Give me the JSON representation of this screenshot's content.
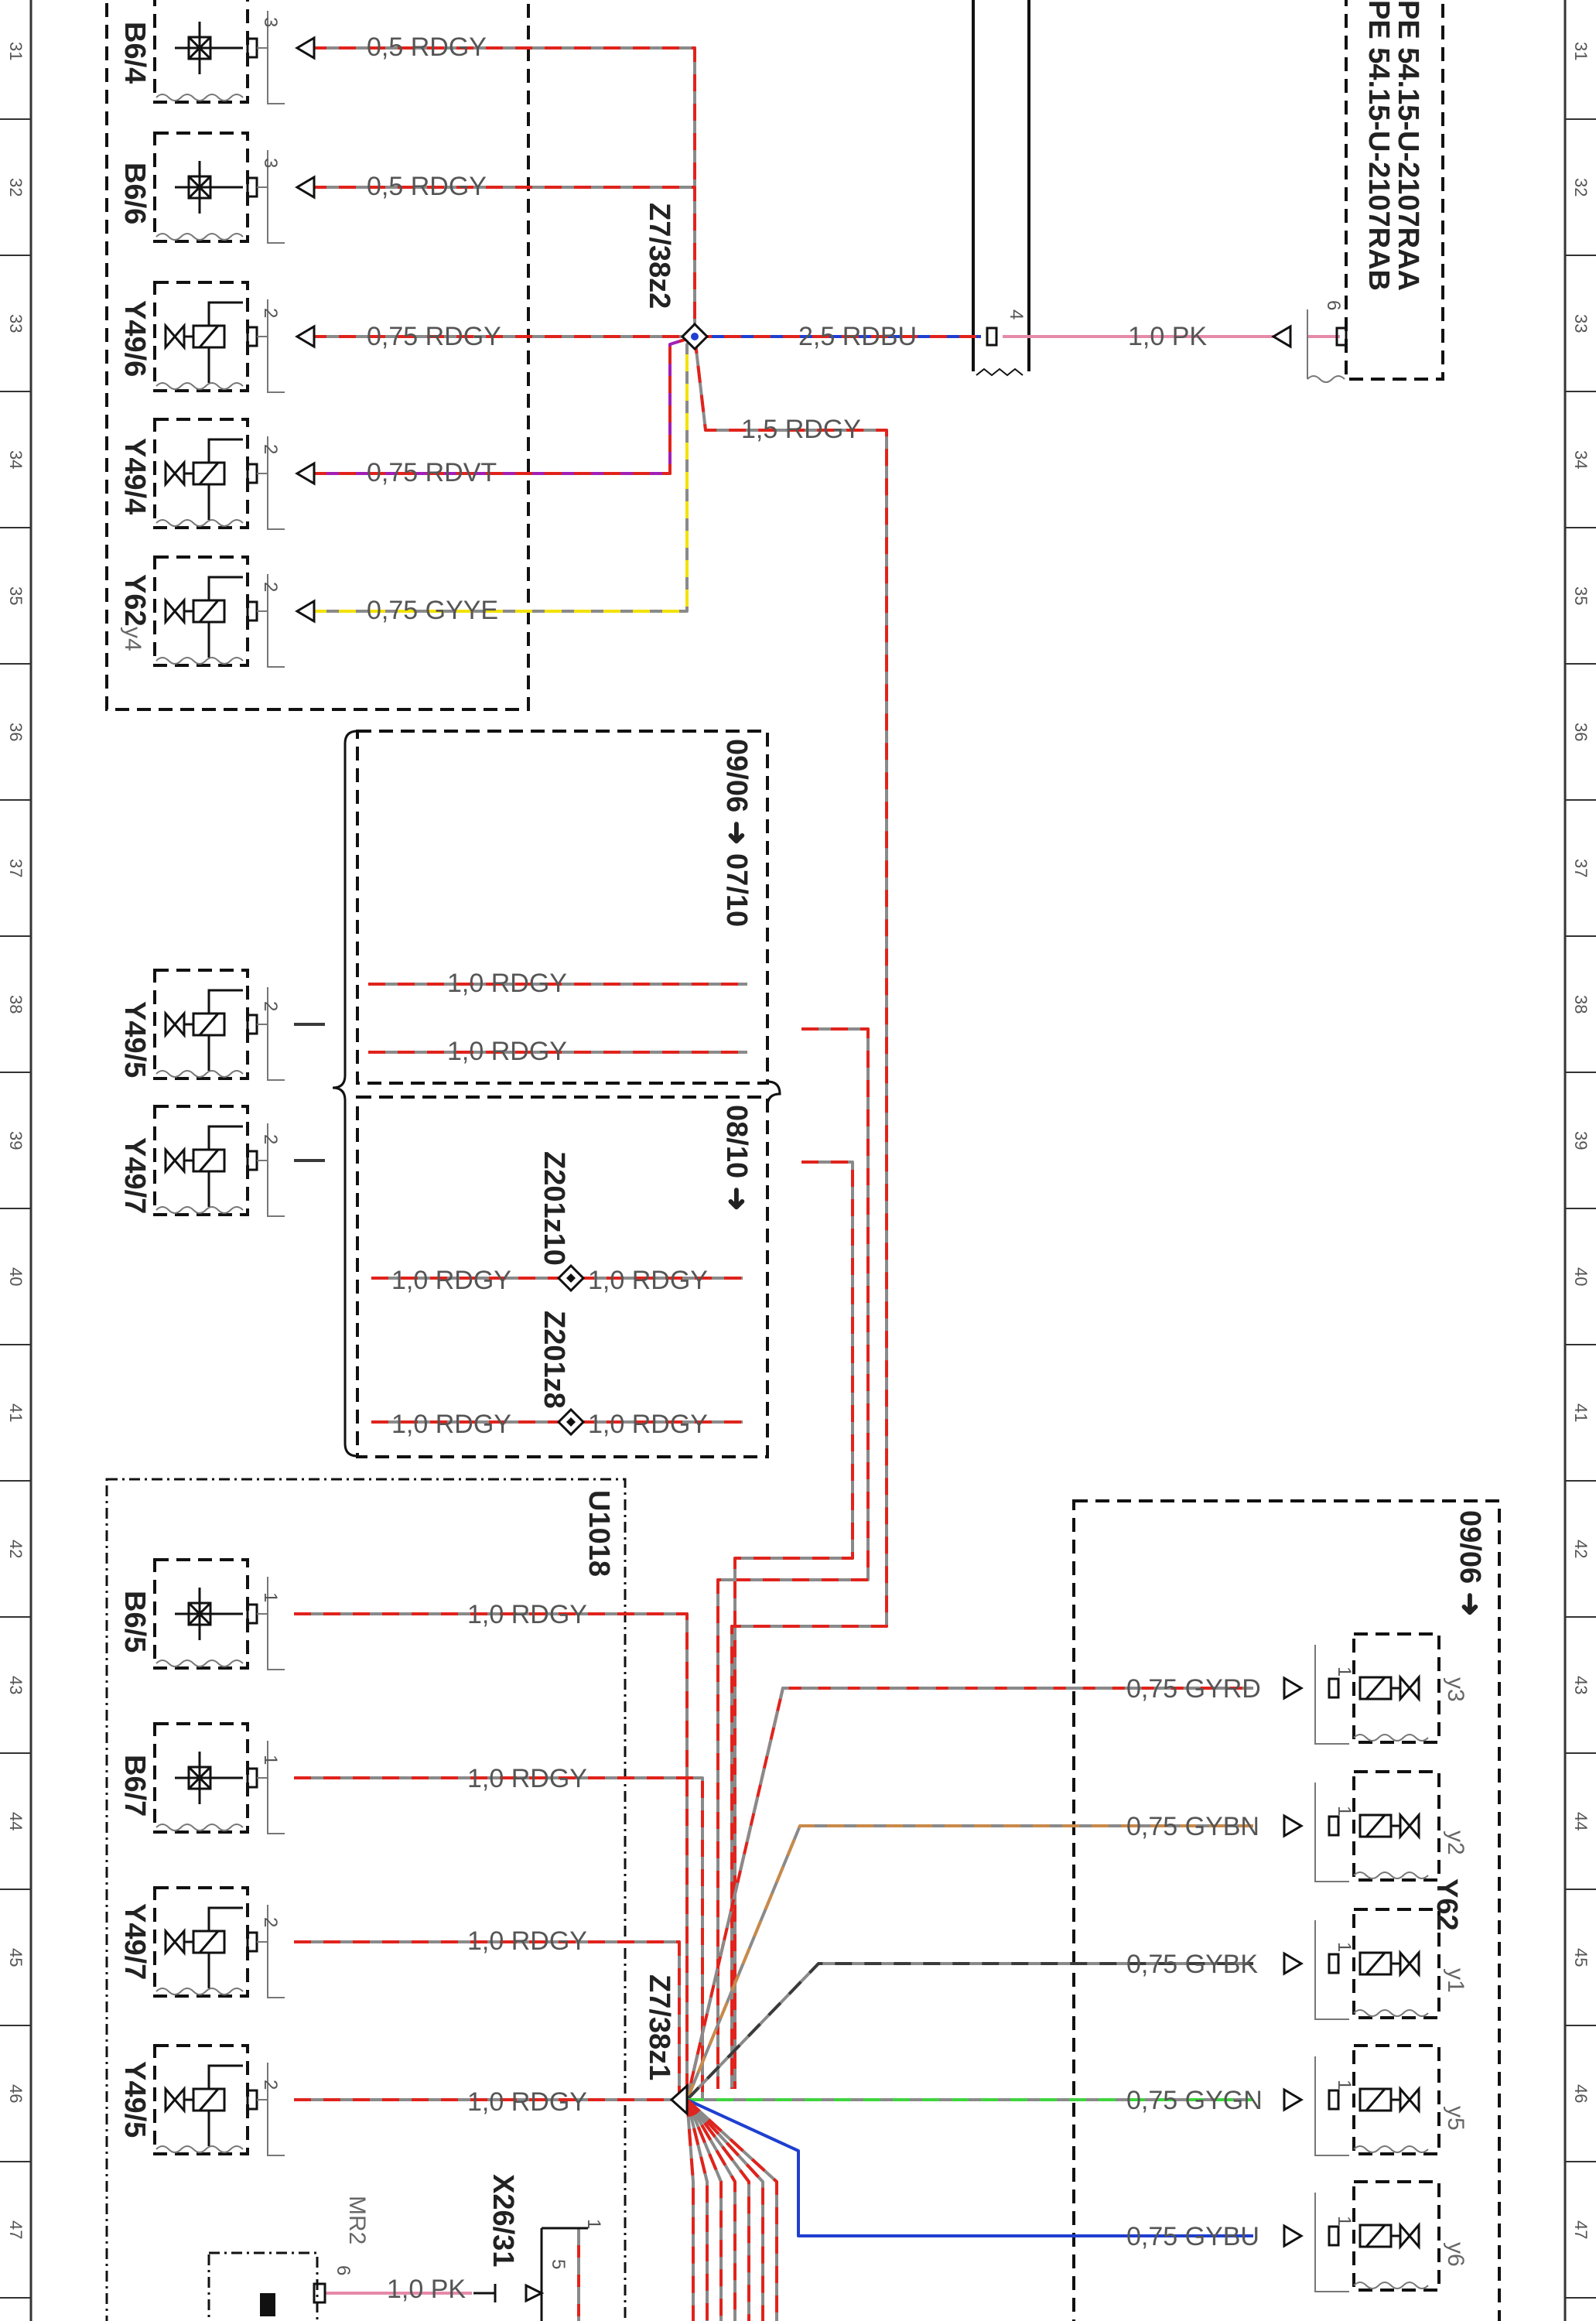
{
  "zones": [
    "31",
    "32",
    "33",
    "34",
    "35",
    "36",
    "37",
    "38",
    "39",
    "40",
    "41",
    "42",
    "43",
    "44",
    "45",
    "46",
    "47"
  ],
  "components": {
    "b6_4": "B6/4",
    "b6_6": "B6/6",
    "y49_6": "Y49/6",
    "y49_4": "Y49/4",
    "y62_top": "Y62",
    "y62_top_sub": "y4",
    "y49_5_a": "Y49/5",
    "y49_7_a": "Y49/7",
    "b6_5": "B6/5",
    "b6_7": "B6/7",
    "y49_7_b": "Y49/7",
    "y49_5_b": "Y49/5",
    "u1018": "U1018",
    "mr2": "MR2",
    "x26_31": "X26/31",
    "y62_right": "Y62",
    "y_sub": [
      "y3",
      "y2",
      "y1",
      "y5",
      "y6"
    ]
  },
  "splices": {
    "z7_38z2": "Z7/38z2",
    "z7_38z1": "Z7/38z1",
    "z201z10": "Z201z10",
    "z201z8": "Z201z8"
  },
  "wire_labels": {
    "w31": "0,5 RDGY",
    "w32": "0,5 RDGY",
    "w33": "0,75 RDGY",
    "w34": "0,75 RDVT",
    "w35": "0,75 GYYE",
    "bus_out": "2,5 RDBU",
    "pk_right": "1,0 PK",
    "branch": "1,5 RDGY",
    "v38a": "1,0 RDGY",
    "v38b": "1,0 RDGY",
    "v40l": "1,0 RDGY",
    "v40r": "1,0 RDGY",
    "v41l": "1,0 RDGY",
    "v41r": "1,0 RDGY",
    "u42": "1,0 RDGY",
    "u44": "1,0 RDGY",
    "u45": "1,0 RDGY",
    "u46": "1,0 RDGY",
    "pk_bottom": "1,0 PK",
    "r43": "0,75 GYRD",
    "r44": "0,75 GYBN",
    "r45": "0,75 GYBK",
    "r46": "0,75 GYGN",
    "r47": "0,75 GYBU"
  },
  "variants": {
    "top": "09/06 ➜ 07/10",
    "bottom": "08/10 ➜",
    "right": "09/06 ➜"
  },
  "pins": {
    "b6_4": "3",
    "b6_6": "3",
    "y49_6": "2",
    "y49_4": "2",
    "y62_top": "2",
    "y49_5_a": "2",
    "y49_7_a": "2",
    "b6_5": "1",
    "b6_7": "1",
    "y49_7_b": "2",
    "y49_5_b": "2",
    "y62_right": "1",
    "conn_mid": "4",
    "pe_pin": "6",
    "mr2_pin": "6",
    "x26_pin_a": "1",
    "x26_pin_b": "5"
  },
  "references": {
    "pe_a": "PE 54.15-U-2107RAA",
    "pe_b": "PE 54.15-U-2107RAB"
  },
  "colors": {
    "red": "#e0231c",
    "grey": "#8a8a8a",
    "blue": "#1f3fd0",
    "violet": "#a21fb5",
    "yellow": "#f2e200",
    "pink": "#e58aa8",
    "brown": "#c98a4a",
    "black": "#3a3a3a",
    "green": "#3fd43f"
  }
}
